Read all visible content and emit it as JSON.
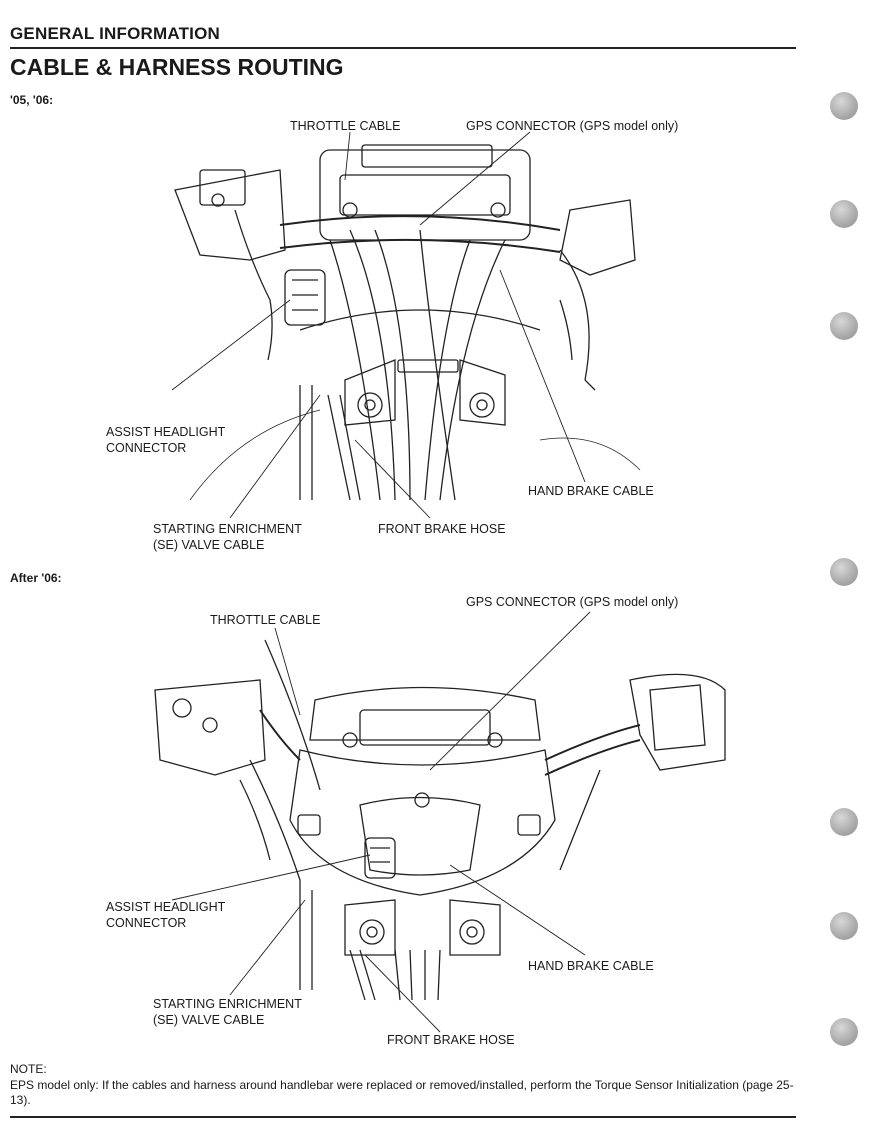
{
  "header": {
    "section": "GENERAL INFORMATION",
    "title": "CABLE & HARNESS ROUTING"
  },
  "fig1": {
    "subheading": "'05, '06:",
    "labels": {
      "throttle": "THROTTLE CABLE",
      "gps": "GPS CONNECTOR (GPS model only)",
      "assist": "ASSIST HEADLIGHT\nCONNECTOR",
      "hand_brake": "HAND BRAKE CABLE",
      "se": "STARTING ENRICHMENT\n(SE) VALVE CABLE",
      "front_brake": "FRONT BRAKE HOSE"
    }
  },
  "fig2": {
    "subheading": "After '06:",
    "labels": {
      "throttle": "THROTTLE CABLE",
      "gps": "GPS CONNECTOR (GPS model only)",
      "assist": "ASSIST HEADLIGHT\nCONNECTOR",
      "hand_brake": "HAND BRAKE CABLE",
      "se": "STARTING ENRICHMENT\n(SE) VALVE CABLE",
      "front_brake": "FRONT BRAKE HOSE"
    }
  },
  "note": {
    "heading": "NOTE:",
    "text": "EPS model only: If the cables and harness around handlebar were replaced or removed/installed, perform the Torque Sensor Initialization (page 25-13)."
  },
  "icons": {
    "tab": "thumb-tab-icon"
  }
}
